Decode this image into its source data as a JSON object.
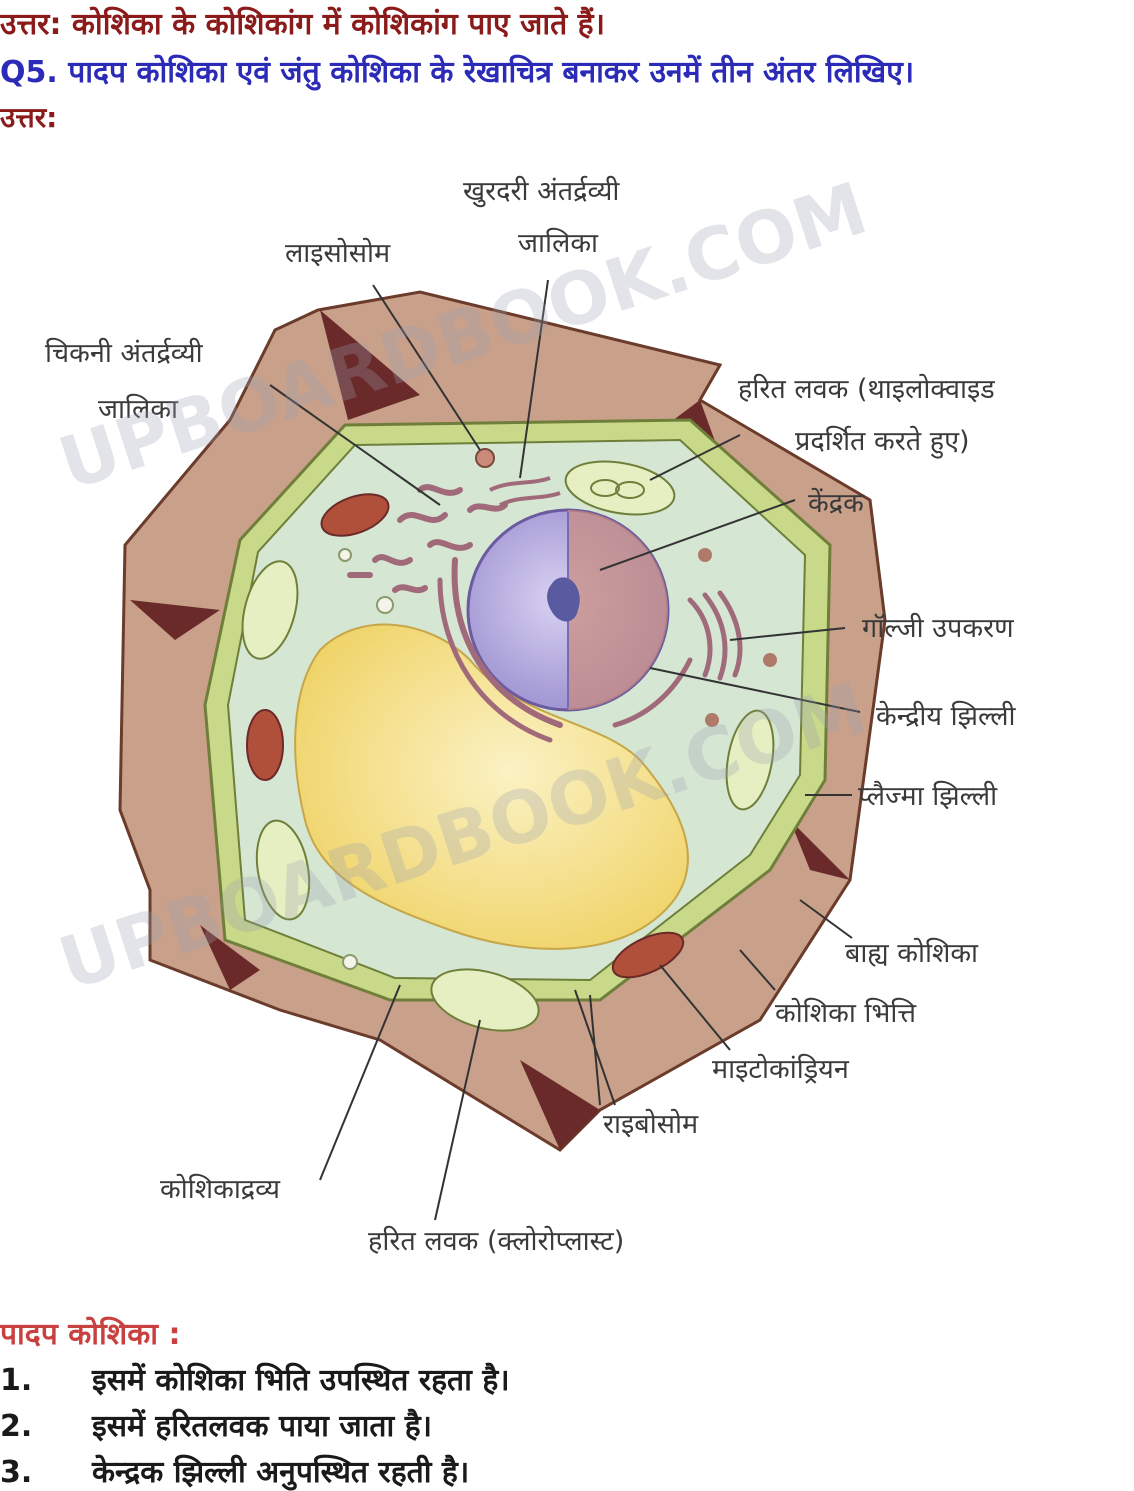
{
  "answer_line": "उत्तर: कोशिका के कोशिकांग में कोशिकांग पाए जाते हैं।",
  "question": "Q5. पादप कोशिका एवं जंतु कोशिका के रेखाचित्र बनाकर उनमें तीन अंतर लिखिए।",
  "answer_label": "उत्तर:",
  "diagram": {
    "labels": {
      "rough_er_1": "खुरदरी अंतर्द्रव्यी",
      "rough_er_2": "जालिका",
      "lysosome": "लाइसोसोम",
      "smooth_er_1": "चिकनी अंतर्द्रव्यी",
      "smooth_er_2": "जालिका",
      "chloroplast_thylakoid_1": "हरित लवक (थाइलोक्वाइड",
      "chloroplast_thylakoid_2": "प्रदर्शित करते हुए)",
      "nucleolus": "केंद्रक",
      "golgi": "गॉल्जी उपकरण",
      "nuclear_membrane": "केन्द्रीय झिल्ली",
      "plasma_membrane": "प्लैज्मा झिल्ली",
      "outer_cell": "बाह्य कोशिका",
      "cell_wall": "कोशिका भित्ति",
      "mitochondria": "माइटोकांड्रियन",
      "ribosome": "राइबोसोम",
      "cytoplasm": "कोशिकाद्रव्य",
      "chloroplast": "हरित लवक (क्लोरोप्लास्ट)"
    },
    "watermark": "UPBOARDBOOK.COM",
    "colors": {
      "cell_wall": "#c9a08a",
      "wall_dark": "#6b2a2a",
      "membrane": "#c8d98a",
      "cytoplasm": "#d5e6d2",
      "vacuole": "#f5e08a",
      "nucleus": "#b8aee0",
      "mitochondria": "#b0503a",
      "chloroplast": "#e6efc2"
    }
  },
  "plant_cell": {
    "title": "पादप कोशिका :",
    "points": [
      {
        "num": "1.",
        "text": "इसमें कोशिका भिति उपस्थित रहता है।"
      },
      {
        "num": "2.",
        "text": "इसमें हरितलवक पाया जाता है।"
      },
      {
        "num": "3.",
        "text": "केन्द्रक झिल्ली अनुपस्थित रहती है।"
      }
    ]
  }
}
